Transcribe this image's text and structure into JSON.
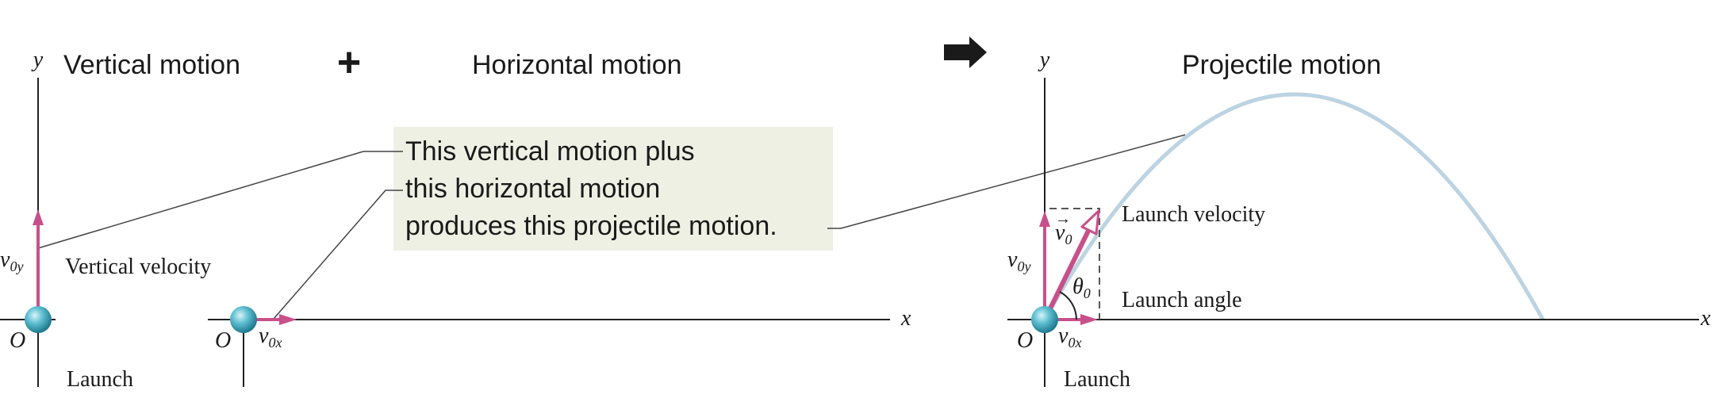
{
  "headings": {
    "vertical": "Vertical motion",
    "plus": "+",
    "horizontal": "Horizontal motion",
    "projectile": "Projectile motion"
  },
  "callout": {
    "line1": "This vertical motion plus",
    "line2": "this horizontal motion",
    "line3": "produces this projectile motion."
  },
  "axes": {
    "x": "x",
    "y": "y",
    "origin": "O"
  },
  "labels": {
    "vertical_velocity": "Vertical velocity",
    "launch": "Launch",
    "launch_velocity": "Launch velocity",
    "launch_angle": "Launch angle"
  },
  "symbols": {
    "v": "v",
    "v0_sub": "0",
    "v0y_sub": "0y",
    "v0x_sub": "0x",
    "theta": "θ",
    "theta_sub": "0",
    "vector_arrow": "→"
  },
  "colors": {
    "velocity_vector": "#c8508a",
    "trajectory": "#bcd3e2",
    "callout_bg": "#eef0e4",
    "ball": "#3fa7bd",
    "axis": "#222222",
    "arrow_icon": "#1a1a1a"
  },
  "icons": {
    "arrow": "right-arrow-icon"
  }
}
